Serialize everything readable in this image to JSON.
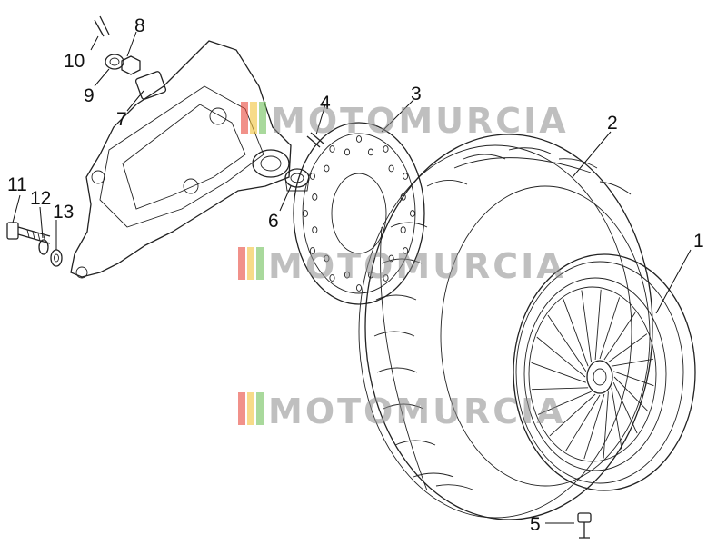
{
  "diagram": {
    "callouts": [
      {
        "id": "1",
        "label": "1"
      },
      {
        "id": "2",
        "label": "2"
      },
      {
        "id": "3",
        "label": "3"
      },
      {
        "id": "4",
        "label": "4"
      },
      {
        "id": "5",
        "label": "5"
      },
      {
        "id": "6",
        "label": "6"
      },
      {
        "id": "7",
        "label": "7"
      },
      {
        "id": "8",
        "label": "8"
      },
      {
        "id": "9",
        "label": "9"
      },
      {
        "id": "10",
        "label": "10"
      },
      {
        "id": "11",
        "label": "11"
      },
      {
        "id": "12",
        "label": "12"
      },
      {
        "id": "13",
        "label": "13"
      }
    ],
    "watermark": {
      "text": "MOTOMURCIA",
      "stripe_colors": [
        "#e8473c",
        "#f2c33a",
        "#6fbf5a"
      ],
      "text_color": "#8a8a8a"
    },
    "parts": [
      {
        "name": "swing-arm",
        "icon": "swing-arm-icon"
      },
      {
        "name": "brake-disc",
        "icon": "brake-disc-icon"
      },
      {
        "name": "tyre",
        "icon": "tyre-icon"
      },
      {
        "name": "wheel-rim",
        "icon": "rim-icon"
      },
      {
        "name": "valve",
        "icon": "valve-icon"
      },
      {
        "name": "bolt",
        "icon": "bolt-icon"
      }
    ]
  }
}
